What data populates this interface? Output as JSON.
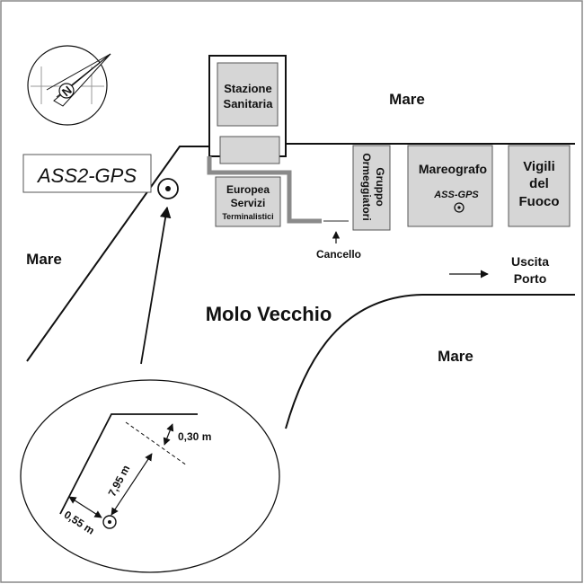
{
  "labels": {
    "mare_top": "Mare",
    "mare_left": "Mare",
    "mare_bottom": "Mare",
    "molo": "Molo Vecchio",
    "station_tag": "ASS2-GPS",
    "cancello": "Cancello",
    "uscita_line1": "Uscita",
    "uscita_line2": "Porto"
  },
  "buildings": {
    "stazione_line1": "Stazione",
    "stazione_line2": "Sanitaria",
    "europea_line1": "Europea",
    "europea_line2": "Servizi",
    "europea_line3": "Terminalistici",
    "gruppo_line1": "Gruppo",
    "gruppo_line2": "Ormeggiatori",
    "mareografo": "Mareografo",
    "mareografo_gps": "ASS-GPS",
    "vigili_line1": "Vigili",
    "vigili_line2": "del",
    "vigili_line3": "Fuoco"
  },
  "detail": {
    "dist_1": "0,30 m",
    "dist_2": "7,95 m",
    "dist_3": "0,55 m"
  },
  "compass": {
    "letter": "N",
    "icon": "compass-rose-icon"
  },
  "colors": {
    "building_fill": "#d6d6d6",
    "wall_gray": "#8a8a8a",
    "line": "#111111"
  }
}
